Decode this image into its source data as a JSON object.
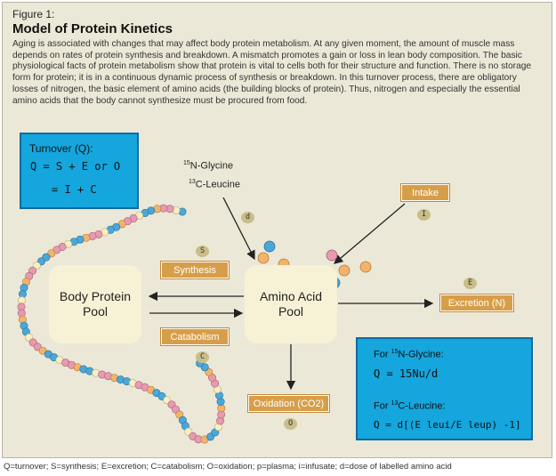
{
  "figure_label": "Figure 1:",
  "title": "Model of Protein Kinetics",
  "intro": "Aging is associated with changes that may affect body protein metabolism. At any given moment, the amount of muscle mass depends on rates of protein synthesis and breakdown. A mismatch promotes a gain or loss in lean body composition. The basic physiological facts of protein metabolism show that protein is vital to cells both for their structure and function. There is no storage form for protein; it is in a continuous dynamic process of synthesis or breakdown. In this turnover process, there are obligatory losses of nitrogen, the basic element of amino acids (the building blocks of protein). Thus, nitrogen and especially the essential amino acids that the body cannot synthesize must be procured from food.",
  "turnover": {
    "title": "Turnover (Q):",
    "line1": "Q = S + E or O",
    "line2": "= I + C"
  },
  "pools": {
    "body_protein": [
      "Body Protein",
      "Pool"
    ],
    "amino_acid": [
      "Amino Acid",
      "Pool"
    ]
  },
  "labels": {
    "synthesis": "Synthesis",
    "catabolism": "Catabolism",
    "intake": "Intake",
    "excretion": "Excretion (N)",
    "oxidation": "Oxidation (CO2)"
  },
  "letters": {
    "s": "S",
    "c": "C",
    "d": "d",
    "i": "I",
    "e": "E",
    "o": "O"
  },
  "isotopes": {
    "glycine": {
      "sup": "15",
      "text": "N-Glycine"
    },
    "leucine": {
      "sup": "13",
      "text": "C-Leucine"
    }
  },
  "formulas": {
    "glycine_label_sup": "15",
    "glycine_label": "N-Glycine:",
    "glycine_formula": "Q = 15Nu/d",
    "leucine_label_sup": "13",
    "leucine_label": "C-Leucine:",
    "leucine_formula": "Q = d[(E leui/E leup) -1]"
  },
  "footer": "Q=turnover; S=synthesis; E=excretion; C=catabolism; O=oxidation; p=plasma; i=infusate; d=dose of labelled amino acid",
  "colors": {
    "background": "#ece8d7",
    "box_blue": "#14a6dd",
    "label_orange": "#d79e49",
    "pool_cream": "#f7f2d6",
    "bead_blue": "#4aa8d8",
    "bead_orange": "#f2b46a",
    "bead_pink": "#e79ab0",
    "bead_cream": "#f7eec2"
  }
}
